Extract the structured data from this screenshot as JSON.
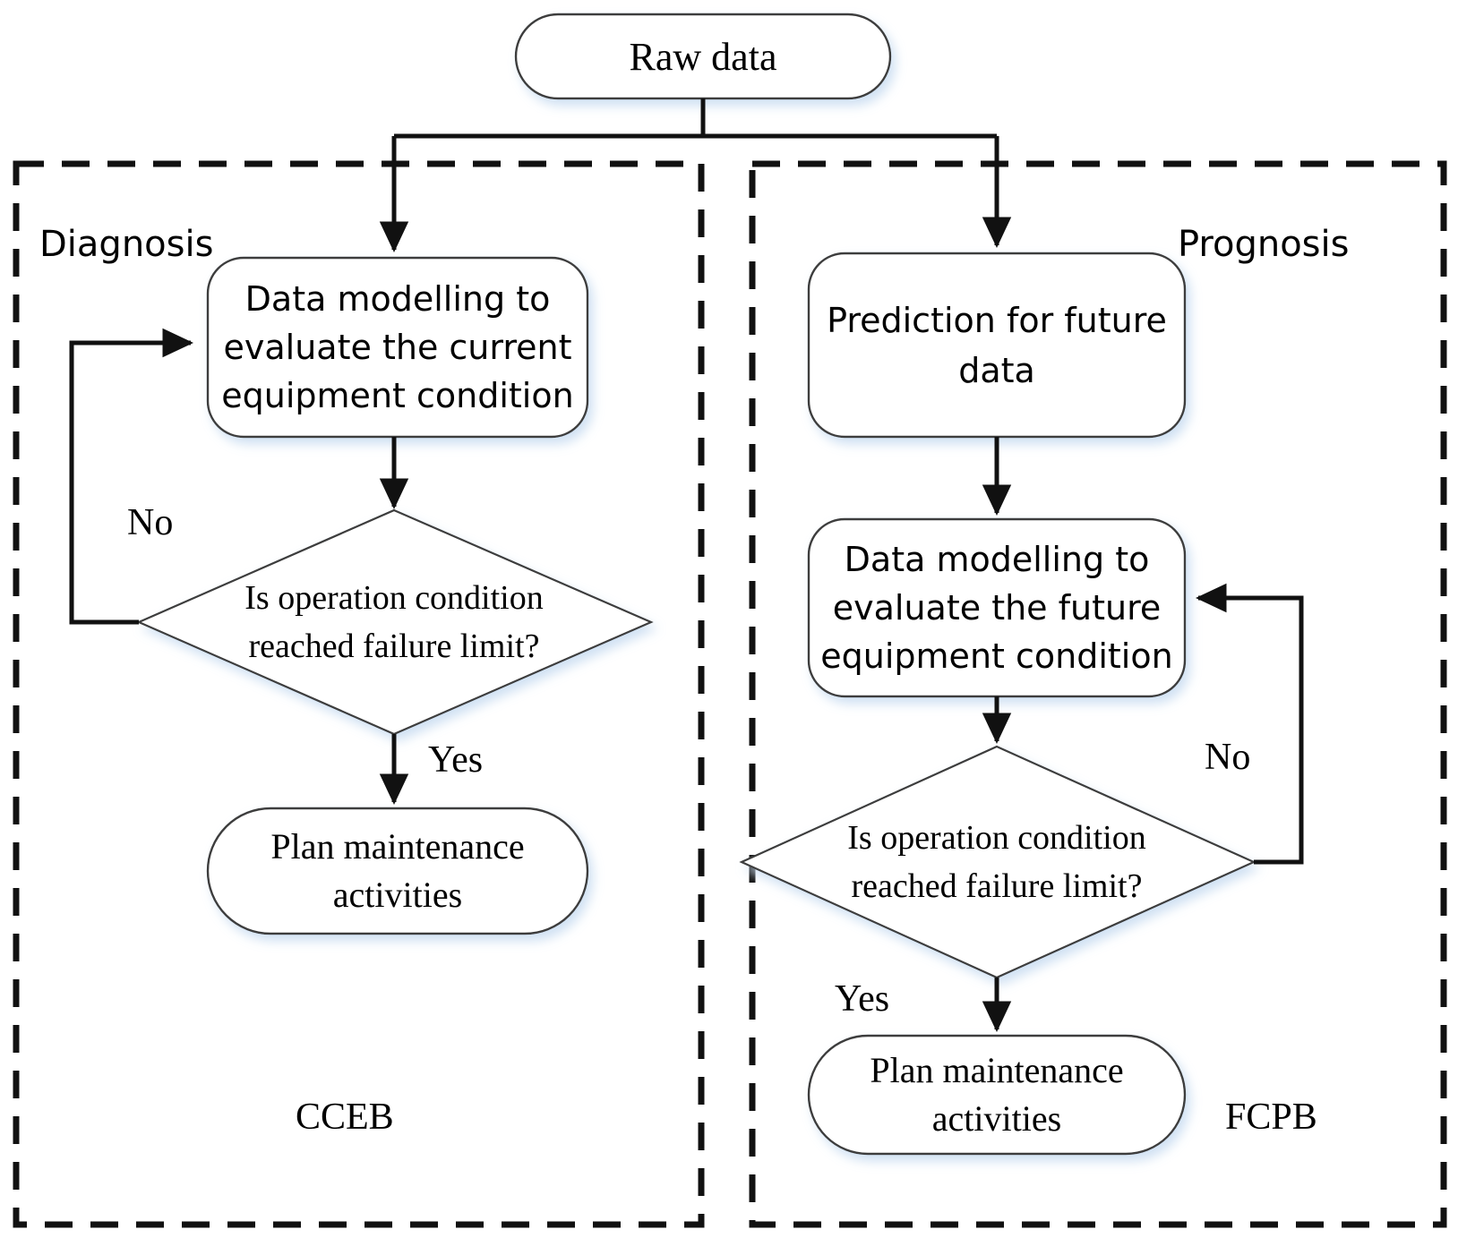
{
  "diagram": {
    "type": "flowchart",
    "title": "Diagnosis and Prognosis maintenance flowchart",
    "colors": {
      "stroke": "#1a1a1a",
      "node_stroke": "#3c3c3c",
      "shadow": "#dbe7f5",
      "background": "#ffffff",
      "text": "#000000"
    }
  },
  "start_node": {
    "label": "Raw data",
    "shape": "stadium"
  },
  "groups": [
    {
      "id": "diagnosis",
      "title": "Diagnosis",
      "footer": "CCEB",
      "border": "dashed"
    },
    {
      "id": "prognosis",
      "title": "Prognosis",
      "footer": "FCPB",
      "border": "dashed"
    }
  ],
  "left_branch": {
    "process": {
      "label": "Data modelling to evaluate the current equipment condition",
      "lines": [
        "Data modelling to",
        "evaluate the current",
        "equipment condition"
      ],
      "shape": "rounded-rect"
    },
    "decision": {
      "label": "Is operation condition reached failure limit?",
      "lines": [
        "Is operation condition",
        "reached failure limit?"
      ],
      "shape": "diamond"
    },
    "terminal": {
      "label": "Plan maintenance activities",
      "lines": [
        "Plan maintenance",
        "activities"
      ],
      "shape": "stadium"
    },
    "edge_labels": {
      "no": "No",
      "yes": "Yes"
    }
  },
  "right_branch": {
    "prediction": {
      "label": "Prediction for future data",
      "lines": [
        "Prediction for future",
        "data"
      ],
      "shape": "rounded-rect"
    },
    "process": {
      "label": "Data modelling to evaluate the future equipment condition",
      "lines": [
        "Data modelling to",
        "evaluate the future",
        "equipment condition"
      ],
      "shape": "rounded-rect"
    },
    "decision": {
      "label": "Is operation condition reached failure limit?",
      "lines": [
        "Is operation condition",
        "reached failure limit?"
      ],
      "shape": "diamond"
    },
    "terminal": {
      "label": "Plan maintenance activities",
      "lines": [
        "Plan maintenance",
        "activities"
      ],
      "shape": "stadium"
    },
    "edge_labels": {
      "no": "No",
      "yes": "Yes"
    }
  }
}
